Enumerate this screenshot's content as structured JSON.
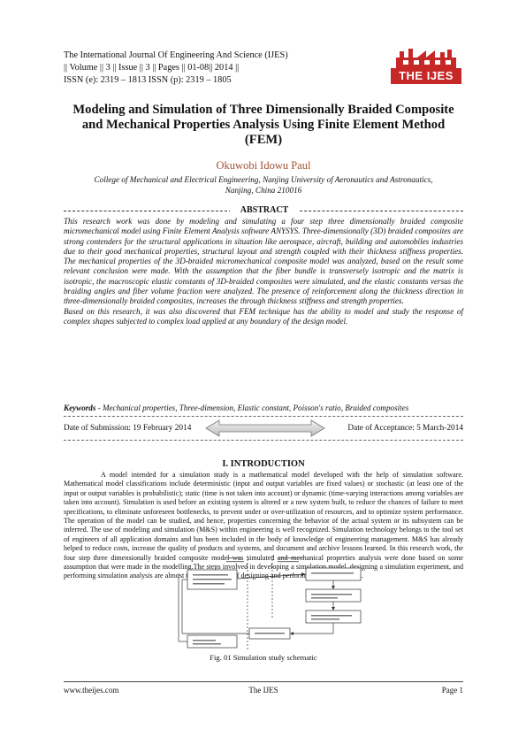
{
  "header": {
    "journal": "The International Journal Of Engineering And Science (IJES)",
    "volume_line": "|| Volume || 3 || Issue || 3 || Pages || 01-08|| 2014 ||",
    "issn": "ISSN (e): 2319 – 1813 ISSN (p): 2319 – 1805",
    "logo_text": "THE IJES"
  },
  "paper": {
    "title": "Modeling and Simulation of Three Dimensionally Braided Composite and Mechanical Properties Analysis Using Finite Element Method (FEM)",
    "author": "Okuwobi Idowu Paul",
    "affiliation_1": "College of Mechanical and Electrical Engineering, Nanjing University of Aeronautics and Astronautics,",
    "affiliation_2": "Nanjing, China 210016"
  },
  "abstract": {
    "label": "ABSTRACT",
    "p1": "This research work was done by modeling and simulating a four step three dimensionally braided composite micromechanical model using Finite Element Analysis software ANYSYS. Three-dimensionally (3D) braided composites are strong contenders for the structural applications in situation like aerospace, aircraft, building and automobiles industries due to their good mechanical properties, structural layout and strength coupled with their thickness stiffness properties. The mechanical properties of the 3D-braided micromechanical composite model was analyzed, based on the result some relevant conclusion were made. With the assumption that the fiber bundle is transversely isotropic and the matrix is isotropic, the macroscopic elastic constants of 3D-braided composites were simulated, and the elastic constants versus the braiding angles and fiber volume fraction were analyzed. The presence of reinforcement along the thickness direction in three-dimensionally braided composites, increases the through thickness stiffness and strength properties.",
    "p2": "Based on this research, it was also discovered that FEM technique has the ability to model and study the response of complex shapes subjected to complex load applied at any boundary of the design model."
  },
  "keywords": {
    "label": "Keywords",
    "text": " - Mechanical properties, Three-dimension, Elastic constant, Poisson's ratio, Braided composites"
  },
  "dates": {
    "submission": "Date of Submission: 19 February 2014",
    "acceptance": "Date of Acceptance: 5 March-2014"
  },
  "introduction": {
    "heading": "I.    INTRODUCTION",
    "text": "A model intended for a simulation study is a mathematical model developed with the help of simulation software. Mathematical model classifications include deterministic (input and output variables are fixed values) or stochastic (at least one of the input or output variables is probabilistic); static (time is not taken into account) or dynamic (time-varying interactions among variables are taken into account). Simulation is used before an existing system is altered or a new system built, to reduce the chances of failure to meet specifications, to eliminate unforeseen bottlenecks, to prevent under or over-utilization of resources, and to optimize system performance. The operation of the model can be studied, and hence, properties concerning the behavior of the actual system or its subsystem can be inferred. The use of modeling and simulation (M&S) within engineering is well recognized. Simulation technology belongs to the tool set of engineers of all application domains and has been included in the body of knowledge of engineering management. M&S has already helped to reduce costs, increase the quality of products and systems, and document and archive lessons learned. In this research work, the four step three dimensionally braided composite model was simulated and mechanical properties analysis were done based on some assumption that were made in the modelling.The steps involved in developing a simulation model, designing a simulation experiment, and performing simulation analysis are almost the same as that of designing and performing real experiment."
  },
  "figure": {
    "caption": "Fig. 01 Simulation study schematic"
  },
  "footer": {
    "website": "www.theijes.com",
    "center": "The IJES",
    "page": "Page 1"
  }
}
